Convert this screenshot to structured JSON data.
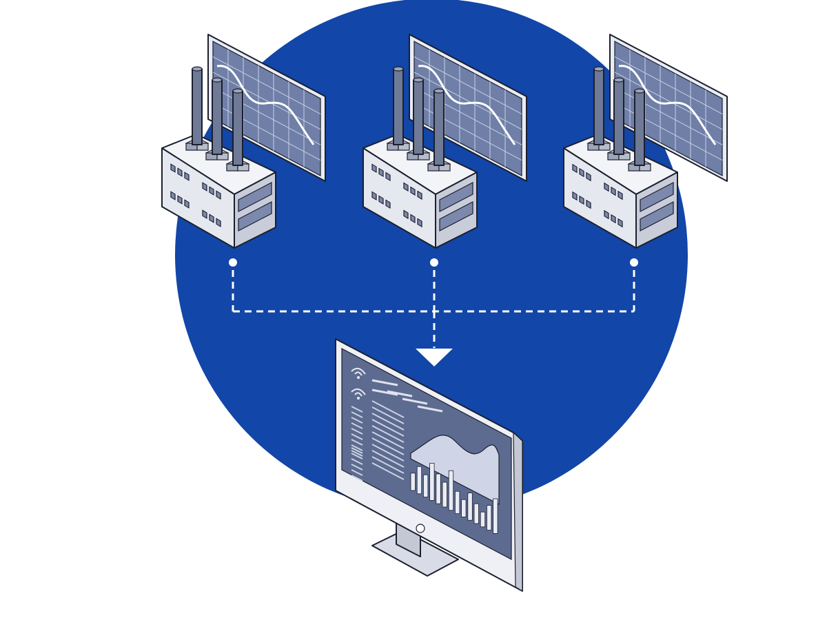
{
  "colors": {
    "background": "#ffffff",
    "circle": "#1246a8",
    "building_front": "#e6e8ef",
    "building_side": "#c9cdd9",
    "building_top": "#f3f4f8",
    "panel_face": "#6f7fa8",
    "panel_frame": "#e9ecf3",
    "grid_line": "#c9d0e2",
    "curve": "#ffffff",
    "window": "#7c89ad",
    "chimney": "#6f7a96",
    "connector": "#ffffff",
    "monitor_frame": "#eef0f5",
    "monitor_screen": "#5d6b90",
    "monitor_stand": "#d9dce6"
  },
  "diagram": {
    "factories": [
      {
        "id": "factory-1",
        "icons": [
          "factory-icon",
          "chart-panel-icon"
        ]
      },
      {
        "id": "factory-2",
        "icons": [
          "factory-icon",
          "chart-panel-icon"
        ]
      },
      {
        "id": "factory-3",
        "icons": [
          "factory-icon",
          "chart-panel-icon"
        ]
      }
    ],
    "connector": {
      "style": "dashed",
      "direction": "factories-to-monitor",
      "icon": "arrow-down-icon"
    },
    "monitor": {
      "icons": [
        "wifi-icon",
        "wifi-icon",
        "area-chart-icon",
        "bar-chart-icon"
      ],
      "bar_chart_levels": [
        0.35,
        0.55,
        0.45,
        0.75,
        0.6,
        0.5,
        0.8,
        0.45,
        0.35,
        0.55,
        0.4,
        0.3,
        0.5,
        0.7
      ]
    }
  }
}
